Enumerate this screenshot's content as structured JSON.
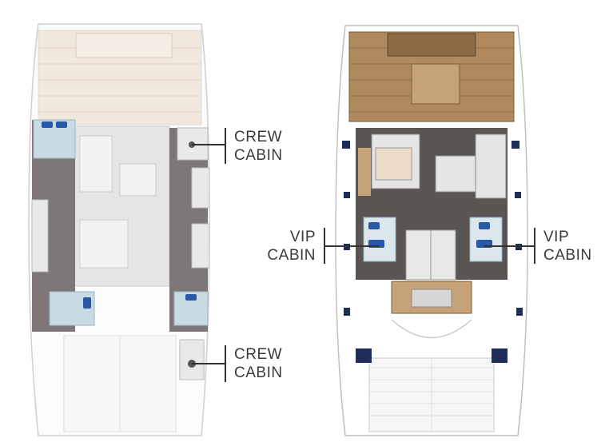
{
  "labels": {
    "crew_cabin_top": [
      "CREW",
      "CABIN"
    ],
    "crew_cabin_bottom": [
      "CREW",
      "CABIN"
    ],
    "vip_cabin_left": [
      "VIP",
      "CABIN"
    ],
    "vip_cabin_right": [
      "VIP",
      "CABIN"
    ]
  },
  "colors": {
    "hull_outline": "#c8c8c8",
    "teak": "#b08a5e",
    "teak_light": "#ecdcca",
    "floor_dark": "#5a5553",
    "floor_light": "#d8d6d4",
    "bed_blue": "#8fb4c4",
    "bed_blue_light": "#dbe7ec",
    "pillow_blue": "#2a58a8",
    "window_navy": "#1e2d5a",
    "callout_line": "#333333"
  }
}
